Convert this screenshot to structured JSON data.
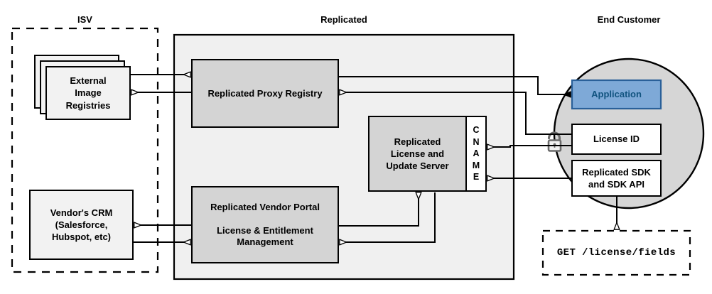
{
  "diagram": {
    "type": "architecture-flow",
    "background": "#ffffff",
    "palette": {
      "container_fill": "#f0f0f0",
      "node_fill": "#d4d4d4",
      "plain_fill": "#f2f2f2",
      "white_fill": "#ffffff",
      "circle_fill": "#d6d6d6",
      "application_fill": "#7ea9d7",
      "application_stroke": "#2a6099",
      "application_text": "#11537f",
      "stroke": "#000000",
      "lock_stroke": "#6b6b6b"
    },
    "zones": [
      {
        "id": "isv",
        "title": "ISV",
        "style": "dashed"
      },
      {
        "id": "replicated",
        "title": "Replicated",
        "style": "solid-filled"
      },
      {
        "id": "end_customer",
        "title": "End Customer",
        "style": "circle"
      }
    ],
    "nodes": [
      {
        "id": "external-image-registries",
        "label": "External\nImage\nRegistries",
        "lines": [
          "External",
          "Image",
          "Registries"
        ],
        "shape": "stacked-rect",
        "zone": "isv"
      },
      {
        "id": "vendors-crm",
        "label": "Vendor's CRM\n(Salesforce,\nHubspot, etc)",
        "lines": [
          "Vendor's CRM",
          "(Salesforce,",
          "Hubspot, etc)"
        ],
        "shape": "rect",
        "zone": "isv"
      },
      {
        "id": "replicated-proxy-registry",
        "label": "Replicated Proxy Registry",
        "lines": [
          "Replicated Proxy Registry"
        ],
        "shape": "rect",
        "zone": "replicated"
      },
      {
        "id": "replicated-license-update-server",
        "label": "Replicated\nLicense and\nUpdate Server",
        "lines": [
          "Replicated",
          "License and",
          "Update Server"
        ],
        "shape": "rect",
        "zone": "replicated"
      },
      {
        "id": "cname",
        "label": "CNAME",
        "letters": [
          "C",
          "N",
          "A",
          "M",
          "E"
        ],
        "shape": "vertical-tab",
        "zone": "replicated"
      },
      {
        "id": "replicated-vendor-portal",
        "label": "Replicated Vendor Portal\n\nLicense & Entitlement\nManagement",
        "lines": [
          "Replicated Vendor Portal",
          "",
          "License & Entitlement",
          "Management"
        ],
        "shape": "rect",
        "zone": "replicated"
      },
      {
        "id": "application",
        "label": "Application",
        "lines": [
          "Application"
        ],
        "shape": "rect",
        "zone": "end_customer",
        "accent": "#7ea9d7"
      },
      {
        "id": "license-id",
        "label": "License ID",
        "lines": [
          "License ID"
        ],
        "shape": "rect",
        "zone": "end_customer"
      },
      {
        "id": "replicated-sdk",
        "label": "Replicated SDK\nand SDK API",
        "lines": [
          "Replicated SDK",
          "and SDK API"
        ],
        "shape": "rect",
        "zone": "end_customer"
      },
      {
        "id": "api-call",
        "label": "GET /license/fields",
        "lines": [
          "GET /license/fields"
        ],
        "shape": "dashed-rect",
        "mono": true
      }
    ],
    "icons": [
      {
        "id": "unlocked-padlock",
        "name": "unlock-icon"
      }
    ],
    "edges": [
      {
        "from": "external-image-registries",
        "to": "replicated-proxy-registry",
        "direction": "forward"
      },
      {
        "from": "replicated-proxy-registry",
        "to": "external-image-registries",
        "direction": "forward"
      },
      {
        "from": "replicated-proxy-registry",
        "to": "application",
        "direction": "forward"
      },
      {
        "from": "license-id",
        "to": "replicated-proxy-registry",
        "direction": "forward"
      },
      {
        "from": "license-id",
        "to": "cname",
        "direction": "forward"
      },
      {
        "from": "replicated-sdk",
        "to": "cname",
        "direction": "forward"
      },
      {
        "from": "replicated-vendor-portal",
        "to": "replicated-license-update-server",
        "direction": "forward"
      },
      {
        "from": "replicated-license-update-server",
        "to": "replicated-vendor-portal",
        "direction": "forward"
      },
      {
        "from": "replicated-vendor-portal",
        "to": "vendors-crm",
        "direction": "forward"
      },
      {
        "from": "vendors-crm",
        "to": "replicated-vendor-portal",
        "direction": "forward"
      },
      {
        "from": "replicated-sdk",
        "to": "api-call",
        "direction": "forward"
      }
    ]
  }
}
